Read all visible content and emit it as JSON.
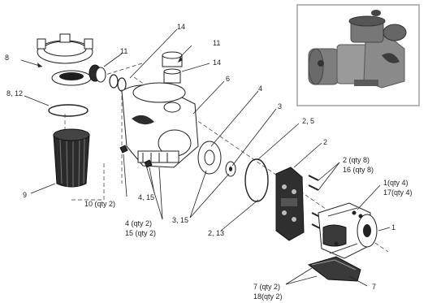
{
  "labels": {
    "l8": "8",
    "l8_12": "8, 12",
    "l9": "9",
    "l11a": "11",
    "l11b": "11",
    "l14a": "14",
    "l14b": "14",
    "l6": "6",
    "l4": "4",
    "l3": "3",
    "l2_5": "2, 5",
    "l2": "2",
    "l2qty8": "2 (qty 8)",
    "l16qty8": "16 (qty 8)",
    "l1qty4": "1(qty 4)",
    "l17qty4": "17(qty 4)",
    "l1": "1",
    "l10qty2": "10 (qty 2)",
    "l4_15": "4, 15",
    "l4qty2": "4 (qty 2)",
    "l15qty2": "15 (qty 2)",
    "l3_15": "3, 15",
    "l2_13": "2, 13",
    "l7qty2": "7 (qty 2)",
    "l18qty2": "18(qty 2)",
    "l7": "7"
  }
}
